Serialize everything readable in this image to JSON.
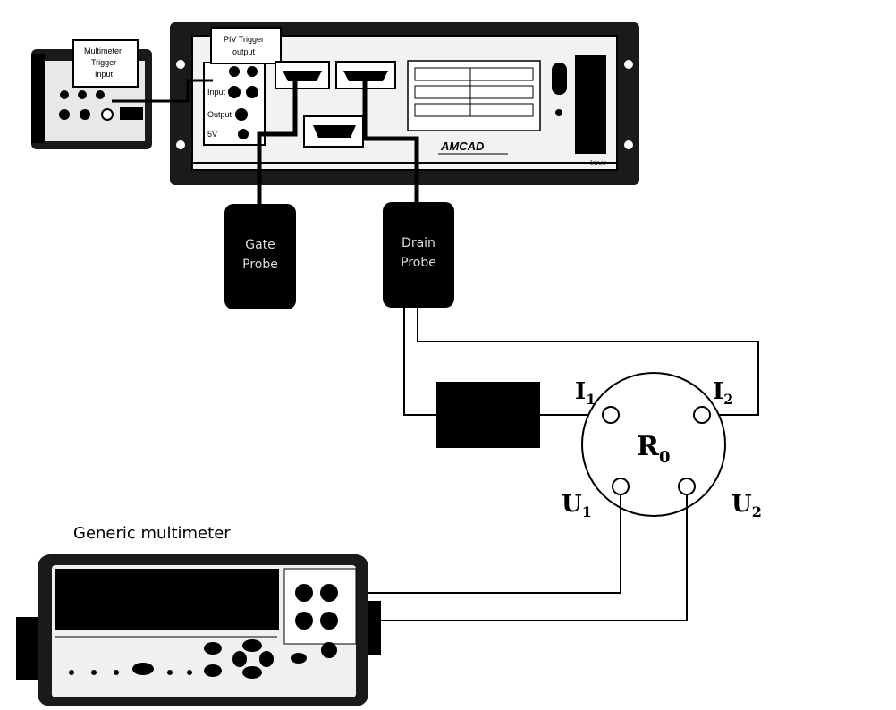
{
  "pulser": {
    "brand": "AMCAD",
    "trigger_output_line1": "PIV Trigger",
    "trigger_output_line2": "output",
    "panel_small": "Input",
    "panel_small2": "Output",
    "panel_small3": "5V",
    "brand_corner": "Inner"
  },
  "multimeter_trigger": {
    "line1": "Multimeter",
    "line2": "Trigger",
    "line3": "Input"
  },
  "probes": {
    "gate_line1": "Gate",
    "gate_line2": "Probe",
    "drain_line1": "Drain",
    "drain_line2": "Probe"
  },
  "resistor": {
    "label": "R",
    "label_sub": "0",
    "i1": "I",
    "i1_sub": "1",
    "i2": "I",
    "i2_sub": "2",
    "u1": "U",
    "u1_sub": "1",
    "u2": "U",
    "u2_sub": "2"
  },
  "multimeter": {
    "title": "Generic multimeter"
  }
}
